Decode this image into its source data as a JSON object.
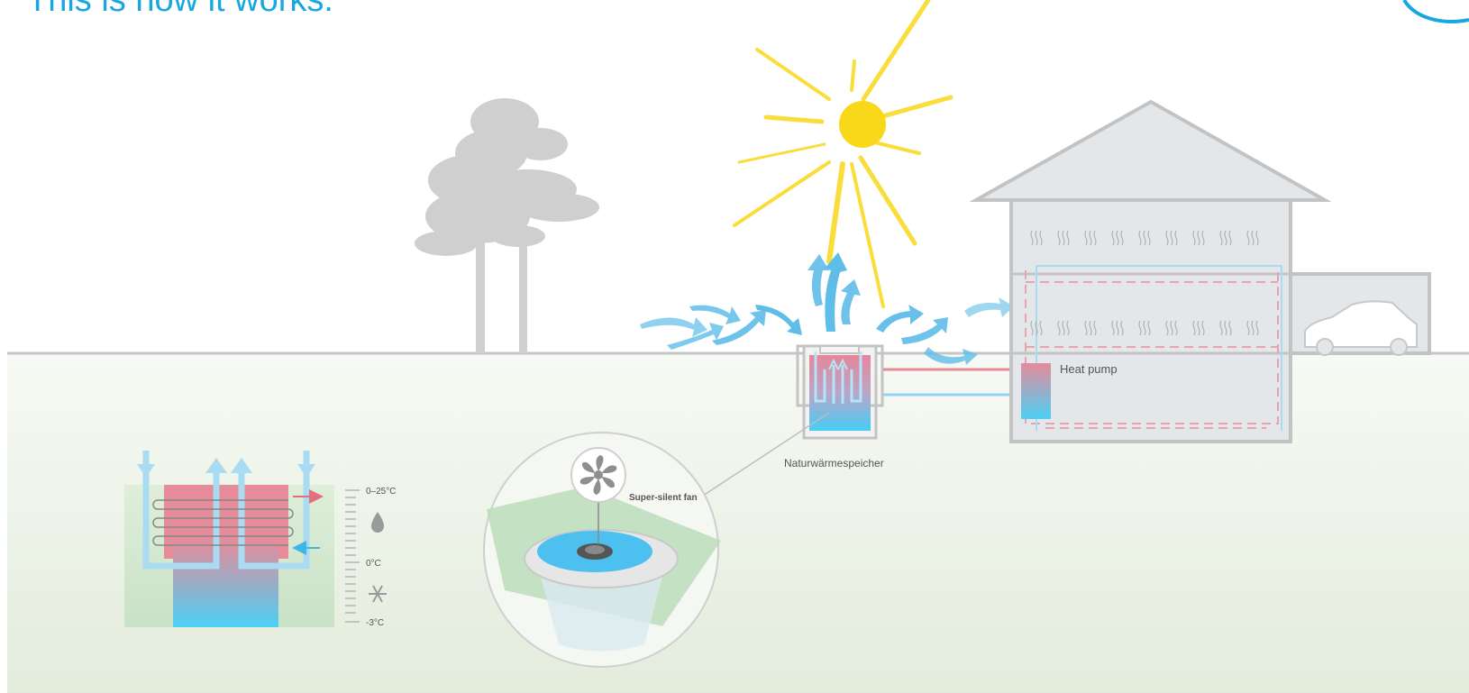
{
  "title": "This is how it works:",
  "labels": {
    "storage": "Naturwärmespeicher",
    "heat_pump": "Heat pump",
    "fan": "Super-silent fan"
  },
  "scale": {
    "top": "0–25°C",
    "mid": "0°C",
    "bottom": "-3°C"
  },
  "icons": [
    "sun-icon",
    "tree-icon",
    "house-icon",
    "car-icon",
    "fan-icon",
    "water-drop-icon",
    "snowflake-icon",
    "logo-icon"
  ],
  "colors": {
    "accent": "#19a7e0",
    "warm": "#e58b96",
    "cold": "#4cc8f0",
    "sun": "#f8d818",
    "ground": "#eef3ea"
  }
}
